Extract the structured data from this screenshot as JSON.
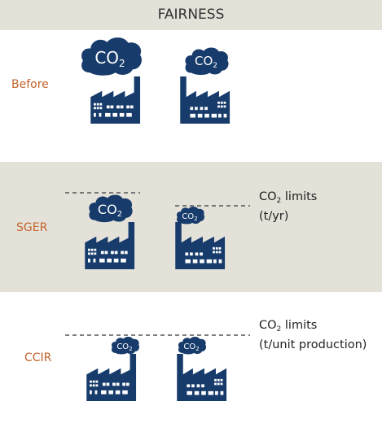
{
  "header": {
    "title": "FAIRNESS"
  },
  "colors": {
    "factory": "#173b6b",
    "label": "#c2632c",
    "panel_alt": "#e4e1d9",
    "header_bg": "#e4e1d9"
  },
  "rows": [
    {
      "label": "Before"
    },
    {
      "label": "SGER",
      "limit_line1_prefix": "CO",
      "limit_line1_sub": "2",
      "limit_line1_suffix": " limits",
      "limit_line2": "(t/yr)"
    },
    {
      "label": "CCIR",
      "limit_line1_prefix": "CO",
      "limit_line1_sub": "2",
      "limit_line1_suffix": " limits",
      "limit_line2": "(t/unit production)"
    }
  ],
  "cloud_text": {
    "main": "CO",
    "sub": "2"
  }
}
